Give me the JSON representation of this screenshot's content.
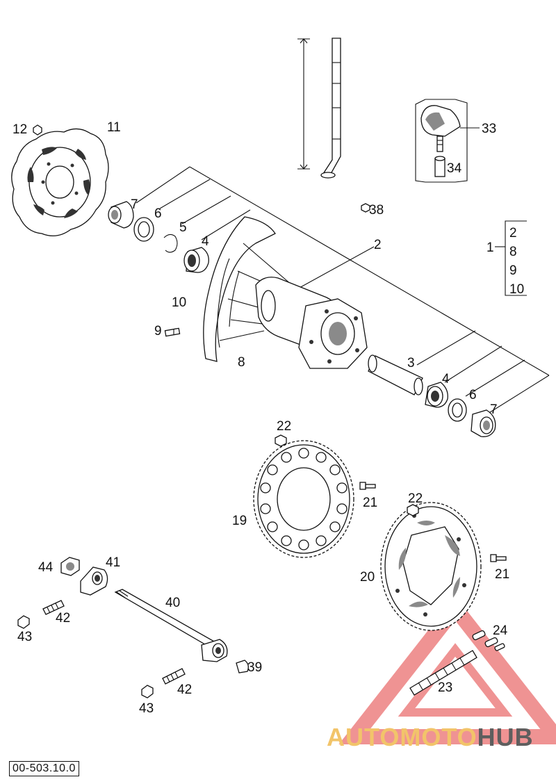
{
  "diagram": {
    "reference_code": "00-503.10.0",
    "labels": {
      "p1": "1",
      "p2": "2",
      "p3": "3",
      "p4a": "4",
      "p4b": "4",
      "p5": "5",
      "p6a": "6",
      "p6b": "6",
      "p7a": "7",
      "p7b": "7",
      "p8": "8",
      "p9": "9",
      "p10": "10",
      "p11": "11",
      "p12": "12",
      "p19": "19",
      "p20": "20",
      "p21a": "21",
      "p21b": "21",
      "p22a": "22",
      "p22b": "22",
      "p23": "23",
      "p24": "24",
      "p33": "33",
      "p34": "34",
      "p38": "38",
      "p39": "39",
      "p40": "40",
      "p41": "41",
      "p42a": "42",
      "p42b": "42",
      "p43a": "43",
      "p43b": "43",
      "p44": "44"
    },
    "assembly_group": {
      "parent": "1",
      "children": [
        "2",
        "8",
        "9",
        "10"
      ]
    },
    "watermark": {
      "part1": "AUTOMOTO",
      "part2": "HUB",
      "color_a": "#f2c46a",
      "color_b": "#5e5e5e",
      "triangle_color": "#e23b3b"
    }
  }
}
